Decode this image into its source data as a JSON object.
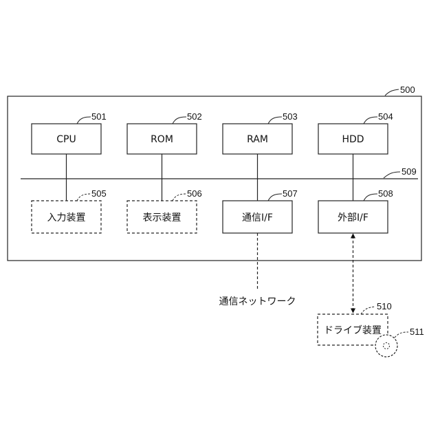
{
  "refs": {
    "system": "500",
    "cpu": "501",
    "rom": "502",
    "ram": "503",
    "hdd": "504",
    "input_device": "505",
    "display_device": "506",
    "comm_if": "507",
    "external_if": "508",
    "bus": "509",
    "drive_device": "510",
    "medium": "511"
  },
  "labels": {
    "cpu": "CPU",
    "rom": "ROM",
    "ram": "RAM",
    "hdd": "HDD",
    "input_device": "入力装置",
    "display_device": "表示装置",
    "comm_if": "通信I/F",
    "external_if": "外部I/F",
    "drive_device": "ドライブ装置",
    "network": "通信ネットワーク"
  }
}
